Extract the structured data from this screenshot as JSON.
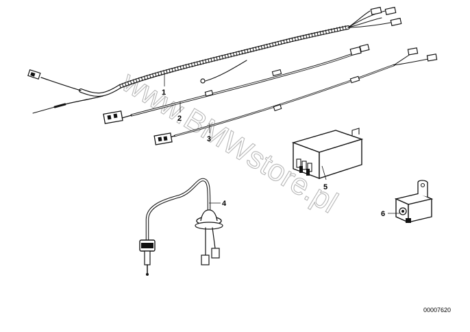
{
  "diagram": {
    "callouts": [
      "1",
      "2",
      "3",
      "4",
      "5",
      "6"
    ],
    "reference_number": "00007620",
    "watermark": "www.BMWstore.pl"
  }
}
